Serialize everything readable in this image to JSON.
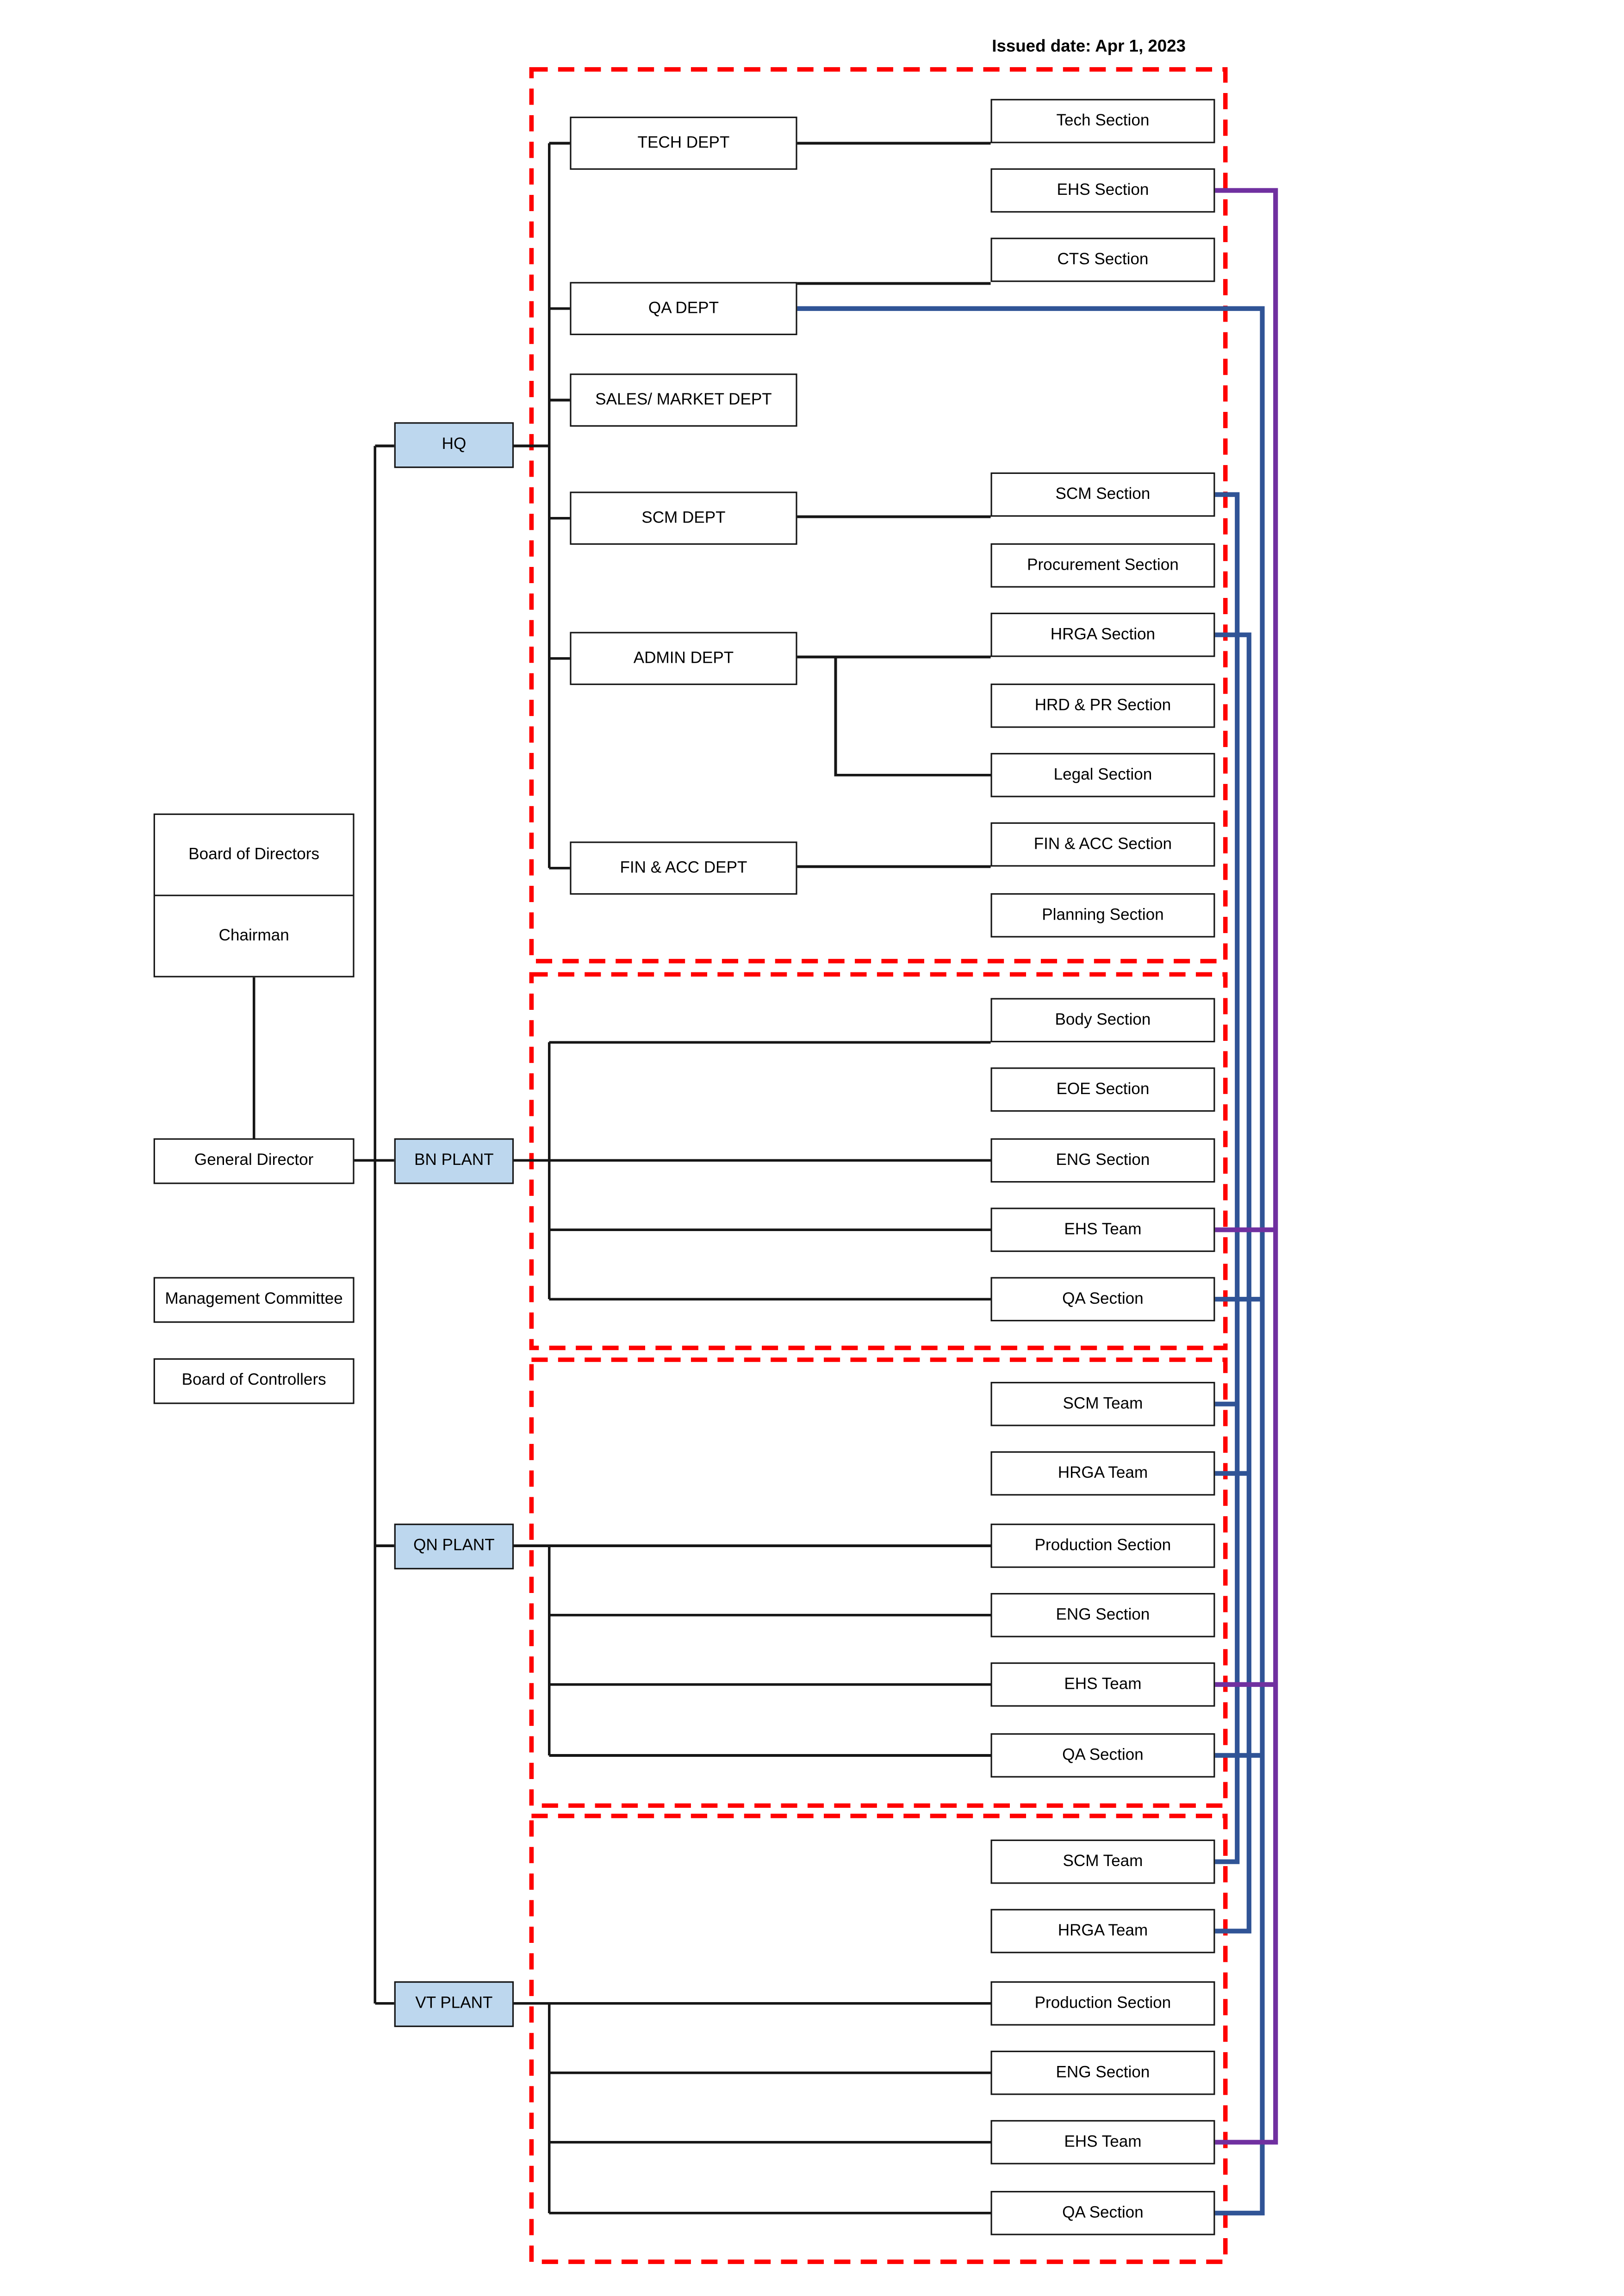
{
  "header": {
    "issued_date": "Issued date: Apr 1, 2023"
  },
  "governance": {
    "board_of_directors": "Board of Directors",
    "chairman": "Chairman",
    "general_director": "General Director",
    "management_committee": "Management Committee",
    "board_of_controllers": "Board of Controllers"
  },
  "units": {
    "hq": "HQ",
    "bn_plant": "BN PLANT",
    "qn_plant": "QN PLANT",
    "vt_plant": "VT PLANT"
  },
  "hq": {
    "departments": [
      {
        "label": "TECH DEPT"
      },
      {
        "label": "QA DEPT"
      },
      {
        "label": "SALES/ MARKET DEPT"
      },
      {
        "label": "SCM DEPT"
      },
      {
        "label": "ADMIN DEPT"
      },
      {
        "label": "FIN & ACC DEPT"
      }
    ],
    "sections": [
      {
        "label": "Tech Section"
      },
      {
        "label": "EHS Section"
      },
      {
        "label": "CTS Section"
      },
      {
        "label": "SCM Section"
      },
      {
        "label": "Procurement Section"
      },
      {
        "label": "HRGA Section"
      },
      {
        "label": "HRD & PR Section"
      },
      {
        "label": "Legal Section"
      },
      {
        "label": "FIN & ACC Section"
      },
      {
        "label": "Planning Section"
      }
    ]
  },
  "bn_plant": {
    "sections": [
      {
        "label": "Body Section"
      },
      {
        "label": "EOE Section"
      },
      {
        "label": "ENG Section"
      },
      {
        "label": "EHS Team"
      },
      {
        "label": "QA Section"
      }
    ]
  },
  "qn_plant": {
    "sections": [
      {
        "label": "SCM Team"
      },
      {
        "label": "HRGA Team"
      },
      {
        "label": "Production Section"
      },
      {
        "label": "ENG Section"
      },
      {
        "label": "EHS Team"
      },
      {
        "label": "QA Section"
      }
    ]
  },
  "vt_plant": {
    "sections": [
      {
        "label": "SCM Team"
      },
      {
        "label": "HRGA Team"
      },
      {
        "label": "Production Section"
      },
      {
        "label": "ENG Section"
      },
      {
        "label": "EHS Team"
      },
      {
        "label": "QA Section"
      }
    ]
  },
  "colors": {
    "plant_box_fill": "#BDD7EE",
    "black_line": "#161616",
    "functional_line_blue": "#305496",
    "ehs_line_purple": "#7030A0",
    "group_border_red": "#FF0000"
  }
}
